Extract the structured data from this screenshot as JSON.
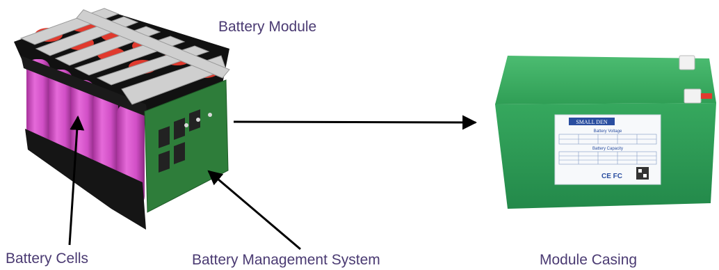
{
  "labels": {
    "module_title": "Battery Module",
    "cells": "Battery Cells",
    "bms": "Battery Management System",
    "casing": "Module Casing"
  },
  "casing_sticker": {
    "brand": "SMALL DEN",
    "voltage_heading": "Battery Voltage",
    "capacity_heading": "Battery Capacity",
    "certs": "CE FC"
  },
  "colors": {
    "label_text": "#4a3a72",
    "cell_pink": "#d14fc6",
    "nickel_strip": "#c9c9c9",
    "holder_black": "#1a1a1a",
    "pcb_green": "#2e7d3a",
    "casing_green": "#2f9e55",
    "sticker_text": "#2a4ea0",
    "arrow": "#000000"
  }
}
